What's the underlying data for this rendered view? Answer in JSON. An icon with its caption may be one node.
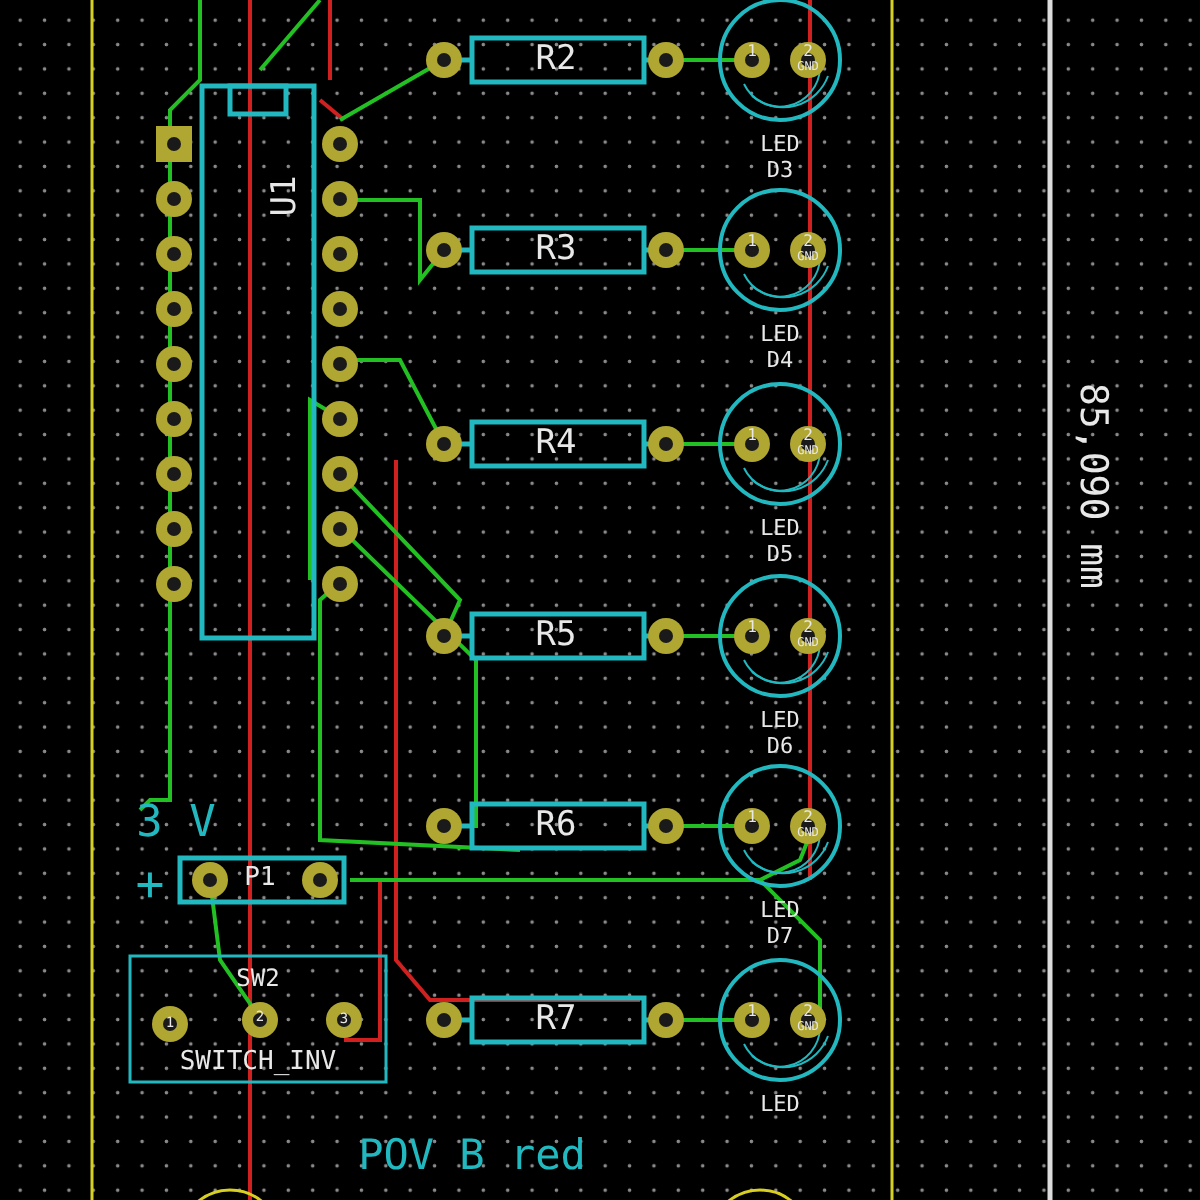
{
  "diagram": {
    "labels": [
      "R2",
      "1",
      "2",
      "GND",
      "LED",
      "D3",
      "R3",
      "1",
      "2",
      "GND",
      "LED",
      "D4",
      "R4",
      "1",
      "2",
      "GND",
      "LED",
      "D5",
      "85,090 mm",
      "U1",
      "R5",
      "1",
      "2",
      "GND",
      "LED",
      "D6",
      "3 V",
      "+",
      "P1",
      "R6",
      "1",
      "2",
      "GND",
      "LED",
      "D7",
      "SW2",
      "1",
      "2",
      "3",
      "SWITCH_INV",
      "R7",
      "1",
      "2",
      "GND",
      "LED",
      "POV B red"
    ]
  }
}
